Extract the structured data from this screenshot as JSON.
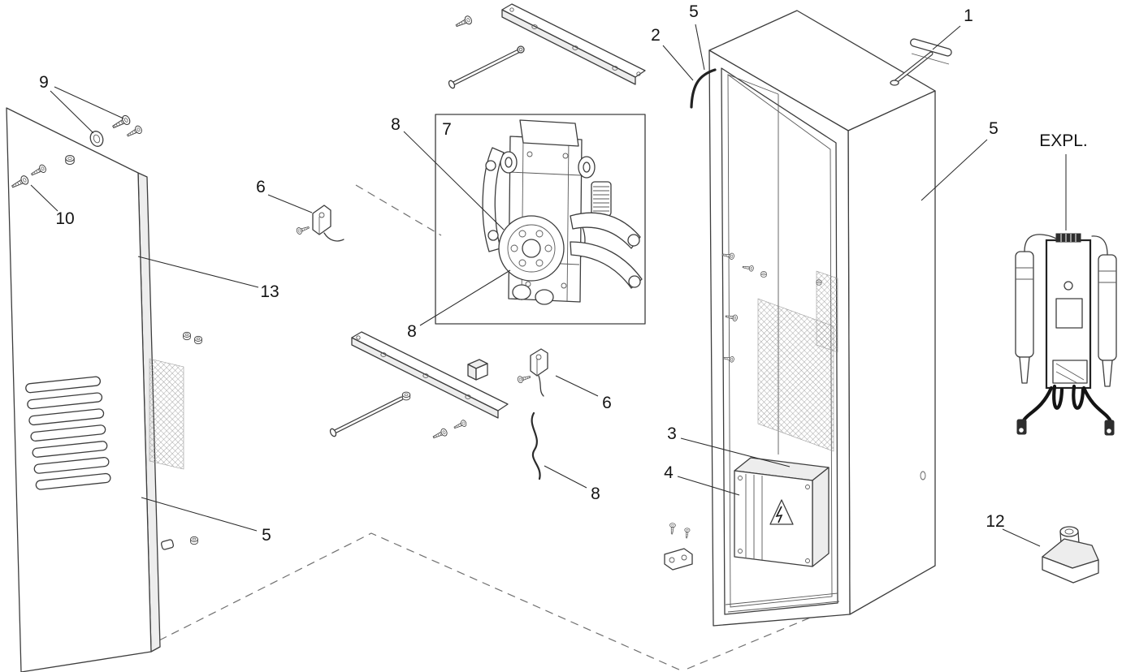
{
  "figure": {
    "kind": "exploded-parts-diagram",
    "background_color": "#ffffff",
    "line_color": "#3d3d3d"
  },
  "callouts": {
    "part1": "1",
    "part2": "2",
    "part3": "3",
    "part4": "4",
    "part5_top": "5",
    "part5_side": "5",
    "part5_panel": "5",
    "part6_left": "6",
    "part6_right": "6",
    "part7": "7",
    "part8_upper": "8",
    "part8_lower": "8",
    "part8_cable": "8",
    "part9": "9",
    "part10": "10",
    "part12": "12",
    "part13": "13",
    "expl": "EXPL."
  }
}
